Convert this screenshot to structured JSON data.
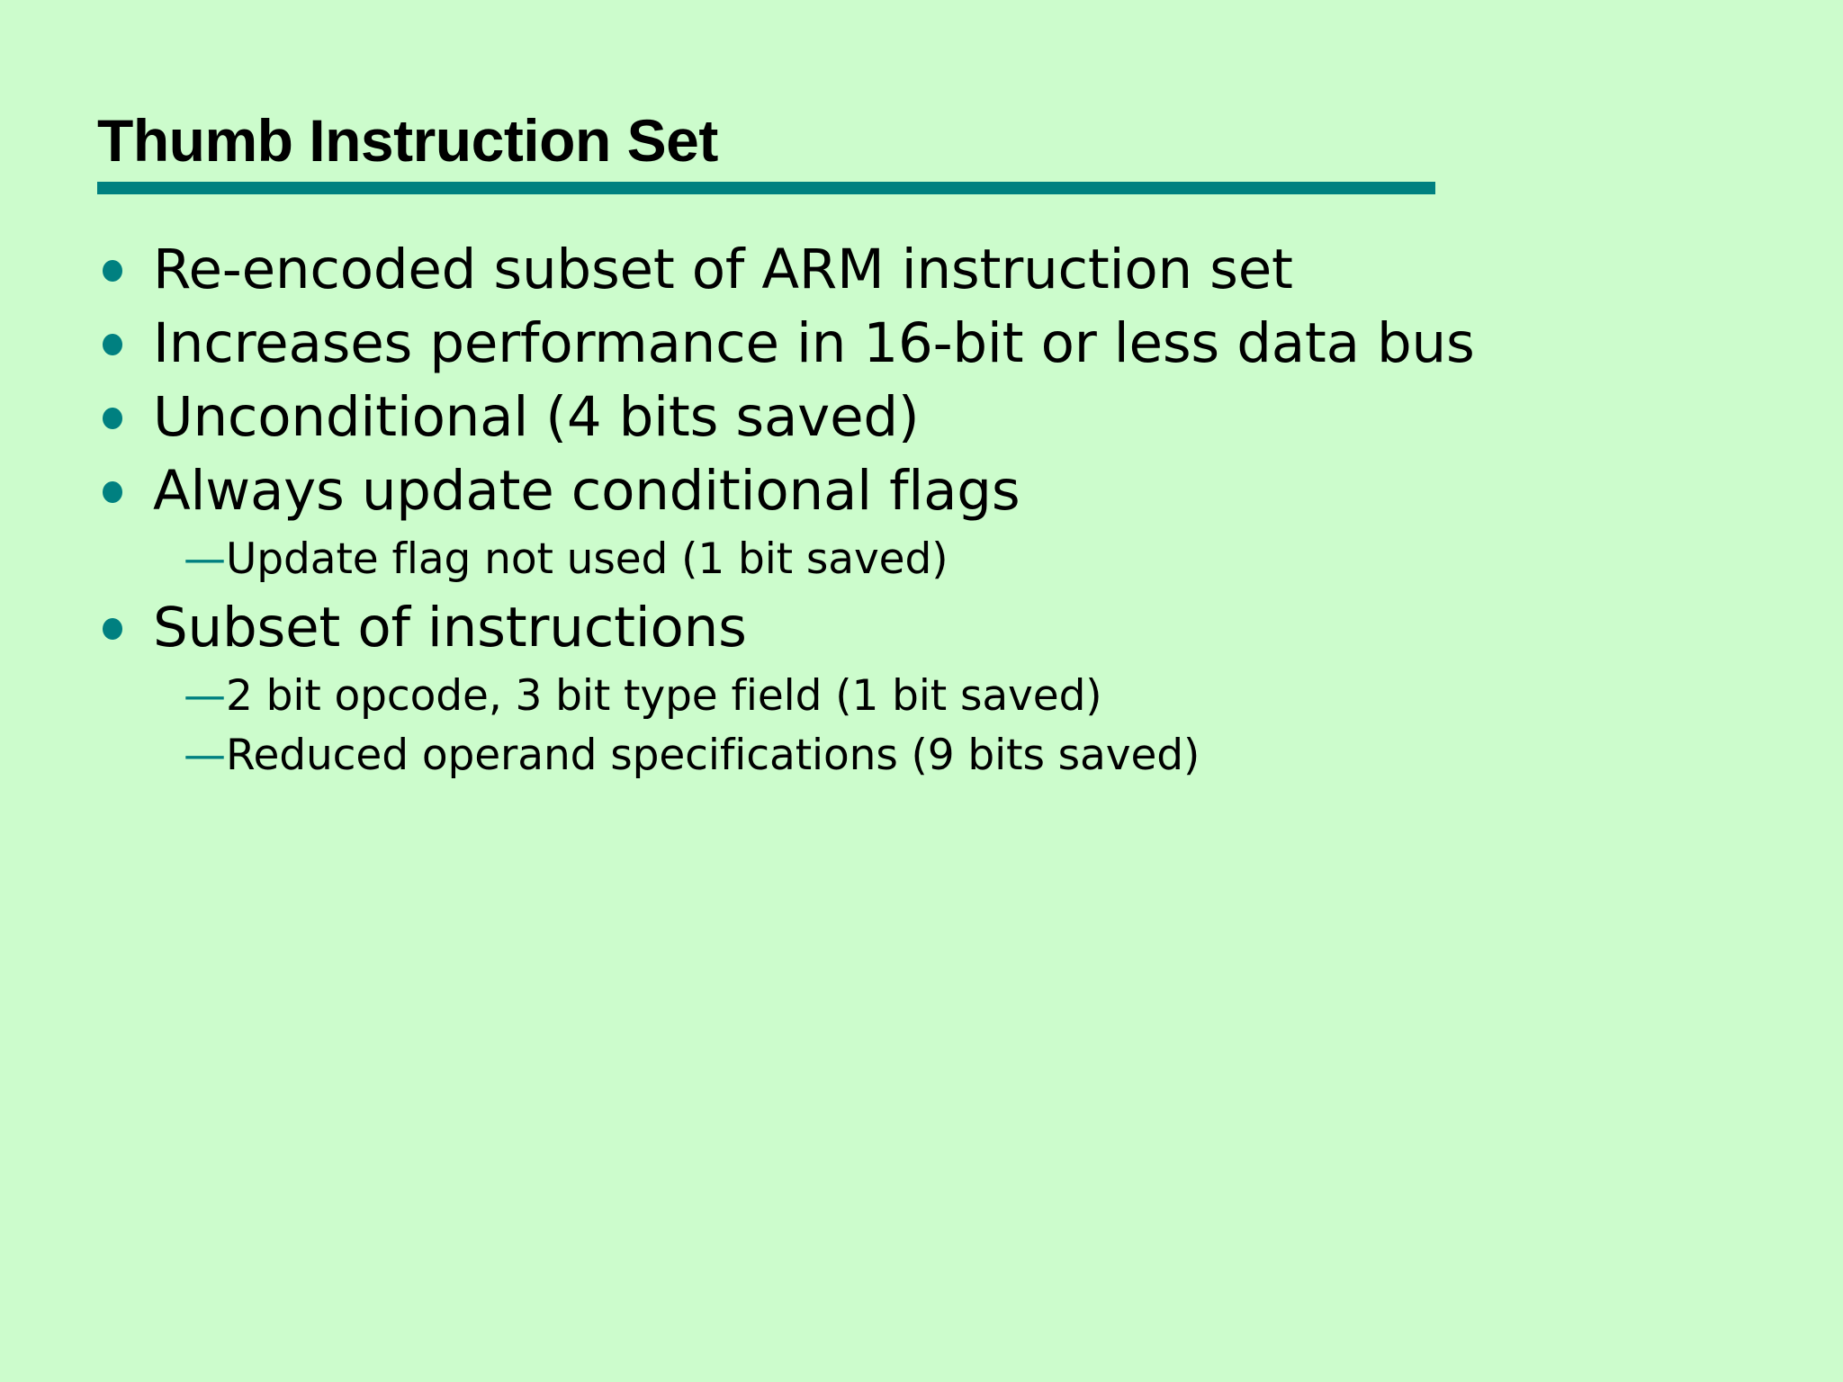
{
  "slide": {
    "title": "Thumb Instruction Set",
    "background_color": "#ccfccc",
    "accent_color": "#008080",
    "text_color": "#000000",
    "bullet_glyph": "•",
    "sub_bullet_glyph": "—",
    "content": [
      {
        "level": 1,
        "text": "Re-encoded subset of ARM instruction set"
      },
      {
        "level": 1,
        "text": "Increases performance in 16-bit or less data bus"
      },
      {
        "level": 1,
        "text": "Unconditional (4 bits saved)"
      },
      {
        "level": 1,
        "text": "Always update conditional flags"
      },
      {
        "level": 2,
        "text": "Update flag not used (1 bit saved)"
      },
      {
        "level": 1,
        "text": "Subset of instructions"
      },
      {
        "level": 2,
        "text": "2 bit opcode, 3 bit type field (1 bit saved)"
      },
      {
        "level": 2,
        "text": "Reduced operand specifications (9 bits saved)"
      }
    ]
  }
}
